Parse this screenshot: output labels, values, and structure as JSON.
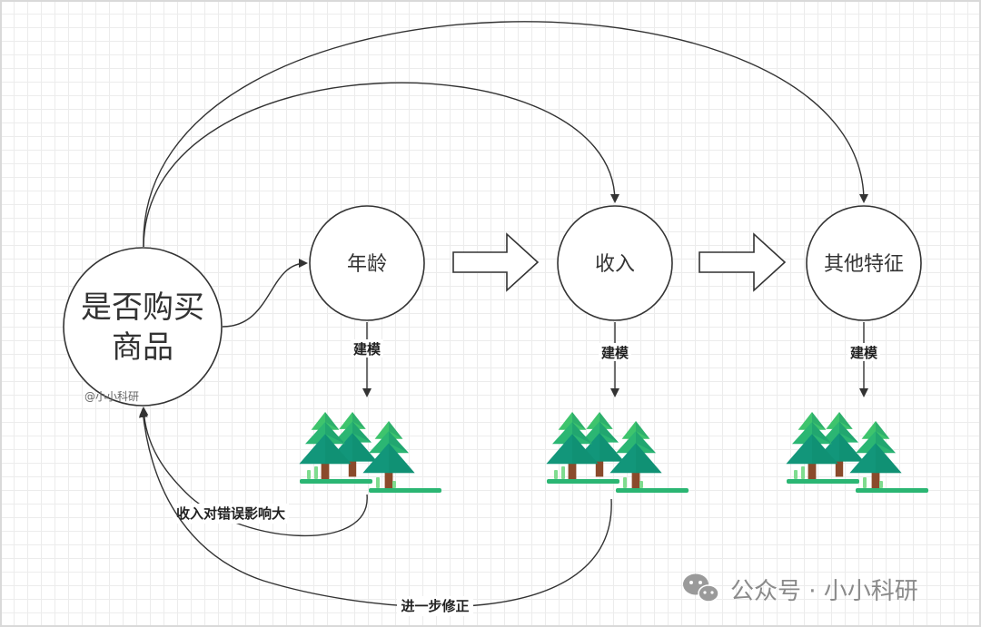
{
  "nodes": {
    "main": {
      "line1": "是否购买",
      "line2": "商品",
      "handle": "@小小科研"
    },
    "age": {
      "label": "年龄"
    },
    "income": {
      "label": "收入"
    },
    "other": {
      "label": "其他特征"
    }
  },
  "edges": {
    "model_label": "建模",
    "income_impact_label": "收入对错误影响大",
    "refine_label": "进一步修正"
  },
  "watermark": {
    "text": "公众号 · 小小科研",
    "icon": "wechat-icon"
  },
  "colors": {
    "tree_light": "#3ec46d",
    "tree_mid": "#2bb673",
    "tree_dark": "#12967a",
    "trunk": "#8b4a2b",
    "ground": "#2bb673",
    "stroke": "#333333"
  }
}
